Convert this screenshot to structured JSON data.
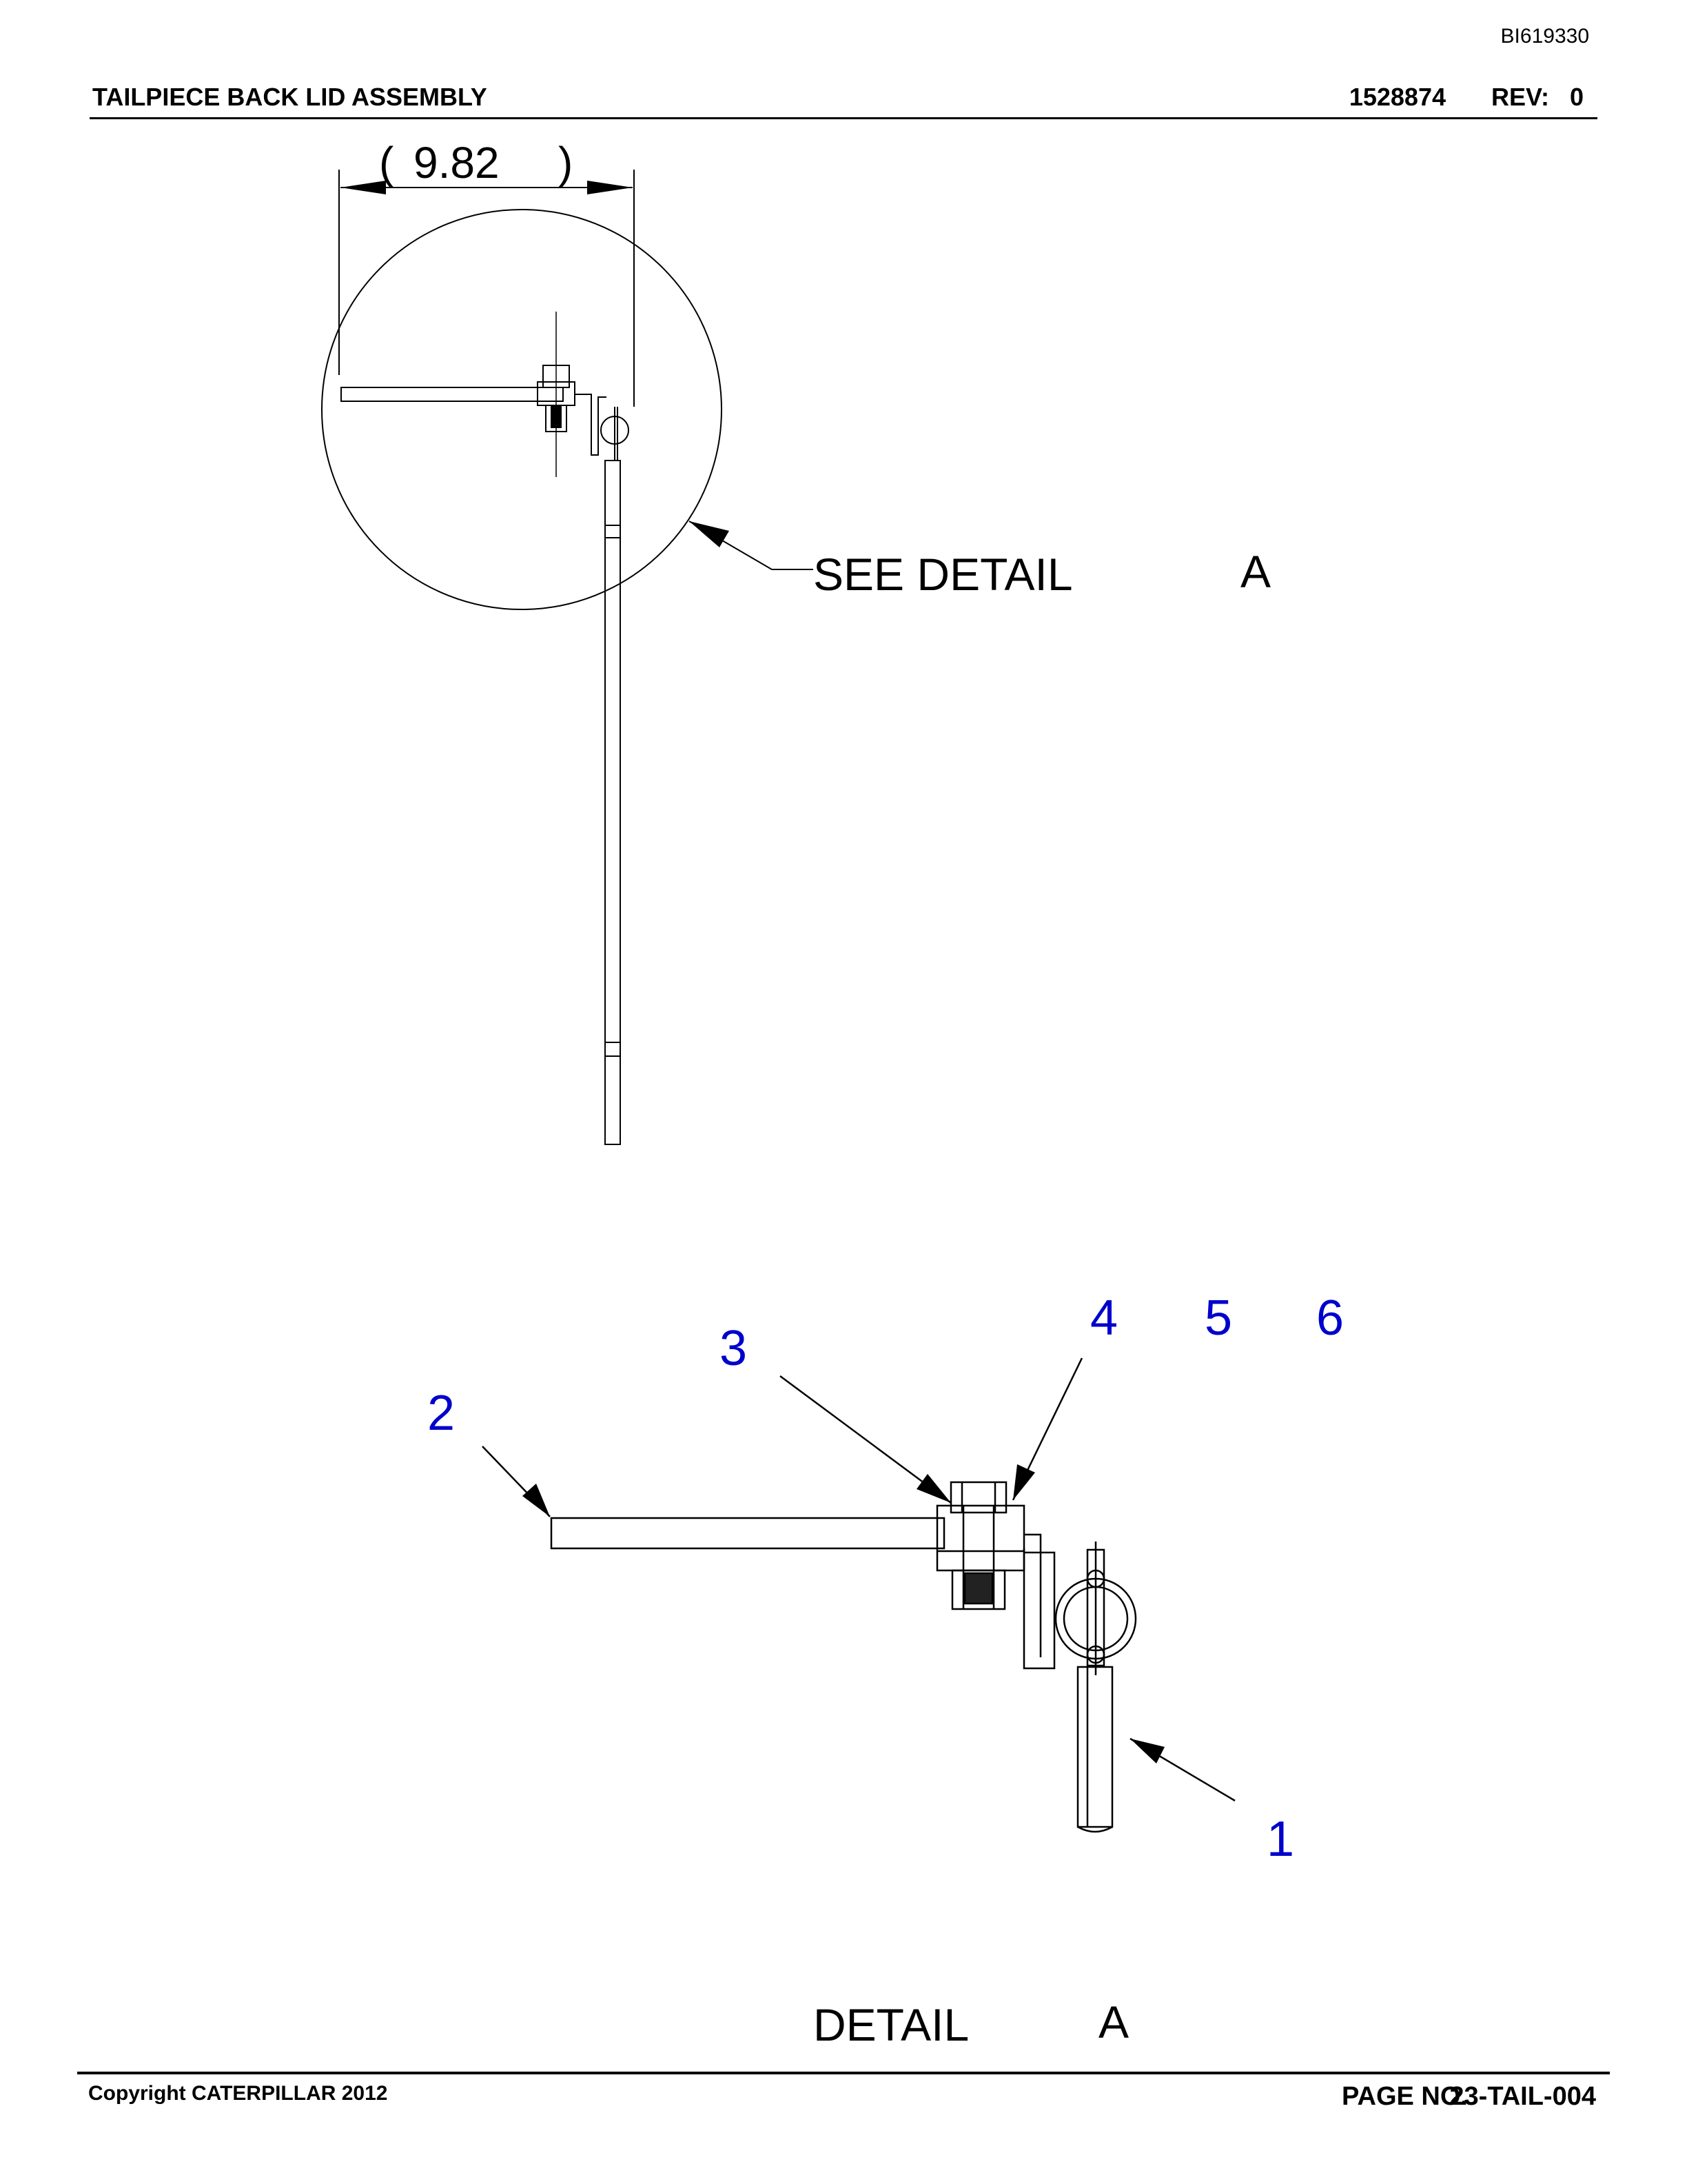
{
  "doc_id": "BI619330",
  "header": {
    "title": "TAILPIECE BACK LID ASSEMBLY",
    "part_number": "1528874",
    "rev_label": "REV:",
    "rev_value": "0"
  },
  "overview": {
    "dim_open": "(",
    "dim_value": "9.82",
    "dim_close": ")",
    "see_detail": "SEE DETAIL",
    "detail_letter": "A"
  },
  "detail": {
    "label": "DETAIL",
    "letter": "A",
    "callouts": [
      "1",
      "2",
      "3",
      "4",
      "5",
      "6"
    ]
  },
  "footer": {
    "copyright": "Copyright CATERPILLAR 2012",
    "page_label": "PAGE NO.",
    "page_value": "23-TAIL-004"
  },
  "colors": {
    "callout": "#0000cc",
    "line": "#000000"
  }
}
